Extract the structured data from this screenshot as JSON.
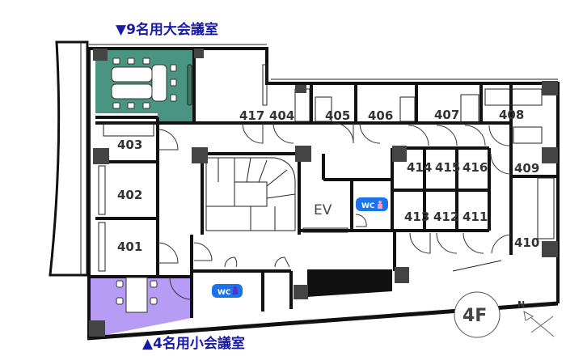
{
  "floor_plan": {
    "floor_label": "4F",
    "compass_label": "N",
    "large_meeting_room": {
      "caption": "▼9名用大会議室",
      "color": "#4a9582"
    },
    "small_meeting_room": {
      "caption": "▲4名用小会議室",
      "color": "#b79cf5"
    },
    "caption_color": "#1a1aa8",
    "rooms": {
      "r417": "417",
      "r404": "404",
      "r405": "405",
      "r406": "406",
      "r407": "407",
      "r408": "408",
      "r403": "403",
      "r402": "402",
      "r401": "401",
      "r414": "414",
      "r415": "415",
      "r416": "416",
      "r413": "413",
      "r412": "412",
      "r411": "411",
      "r409": "409",
      "r410": "410"
    },
    "elevator_label": "EV",
    "restrooms": [
      {
        "label": "WC",
        "gender": "female",
        "badge_color": "#1a73e8"
      },
      {
        "label": "WC",
        "gender": "male",
        "badge_color": "#1a73e8"
      }
    ]
  }
}
